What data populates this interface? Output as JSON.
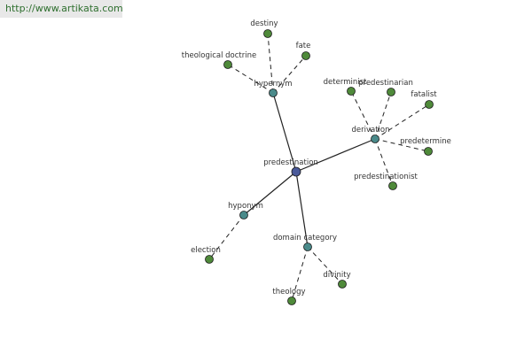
{
  "watermark": {
    "url": "http://www.artikata.com"
  },
  "colors": {
    "root": "#4a5a9a",
    "relation": "#4a8a8a",
    "term": "#4f8a3a",
    "edge": "#222222"
  },
  "graph": {
    "root": {
      "id": "predestination",
      "label": "predestination"
    },
    "relations": [
      {
        "id": "hypernym",
        "label": "hypernym",
        "terms": [
          {
            "id": "destiny",
            "label": "destiny"
          },
          {
            "id": "fate",
            "label": "fate"
          },
          {
            "id": "theological-doctrine",
            "label": "theological doctrine"
          }
        ]
      },
      {
        "id": "derivation",
        "label": "derivation",
        "terms": [
          {
            "id": "determinist",
            "label": "determinist"
          },
          {
            "id": "predestinarian",
            "label": "predestinarian"
          },
          {
            "id": "fatalist",
            "label": "fatalist"
          },
          {
            "id": "predetermine",
            "label": "predetermine"
          },
          {
            "id": "predestinationist",
            "label": "predestinationist"
          }
        ]
      },
      {
        "id": "hyponym",
        "label": "hyponym",
        "terms": [
          {
            "id": "election",
            "label": "election"
          }
        ]
      },
      {
        "id": "domain-category",
        "label": "domain category",
        "terms": [
          {
            "id": "theology",
            "label": "theology"
          },
          {
            "id": "divinity",
            "label": "divinity"
          }
        ]
      }
    ]
  }
}
